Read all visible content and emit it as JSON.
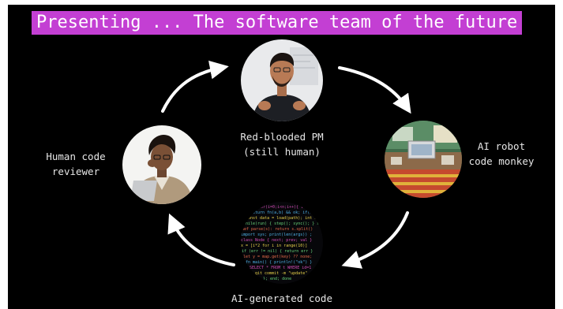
{
  "title": "Presenting ... The software team of the future",
  "nodes": {
    "pm": {
      "label_line1": "Red-blooded PM",
      "label_line2": "(still human)",
      "icon": "person-photo"
    },
    "robot": {
      "label_line1": "AI robot",
      "label_line2": "code monkey",
      "icon": "robot-workspace-photo"
    },
    "code": {
      "label": "AI-generated code",
      "icon": "code-photo"
    },
    "reviewer": {
      "label_line1": "Human code",
      "label_line2": "reviewer",
      "icon": "person-laptop-photo"
    }
  },
  "colors": {
    "background": "#000000",
    "title_bg": "#c33fd3",
    "title_text": "#ffffff",
    "label_text": "#e6e6e6",
    "arrow": "#ffffff"
  }
}
